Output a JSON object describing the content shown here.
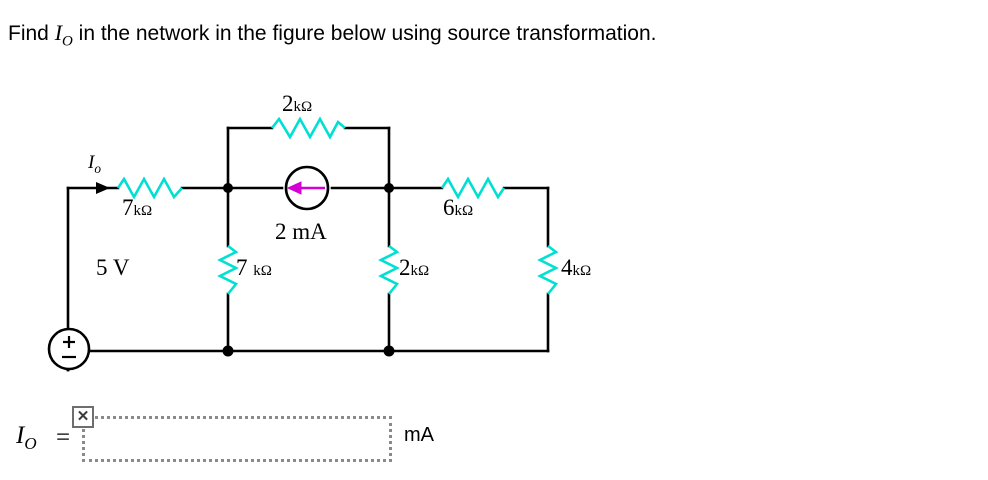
{
  "question": {
    "prefix": "Find ",
    "variable": "I",
    "variable_sub": "O",
    "suffix": " in the network in the figure below using source transformation."
  },
  "circuit": {
    "source_voltage": "5 V",
    "source_polarity_plus": "+",
    "source_polarity_minus": "−",
    "current_source": "2 mA",
    "current_direction_icon": "left-arrow-icon",
    "io_marker": {
      "variable": "I",
      "subscript": "o",
      "arrow_icon": "right-arrow-icon"
    },
    "resistors": [
      {
        "name": "r-7k-series",
        "value": "7",
        "unit": "kΩ",
        "orientation": "horizontal"
      },
      {
        "name": "r-2k-top",
        "value": "2",
        "unit": "kΩ",
        "orientation": "horizontal"
      },
      {
        "name": "r-6k-right",
        "value": "6",
        "unit": "kΩ",
        "orientation": "horizontal"
      },
      {
        "name": "r-7k-shunt",
        "value": "7 ",
        "unit": "kΩ",
        "orientation": "vertical"
      },
      {
        "name": "r-2k-shunt",
        "value": "2",
        "unit": "kΩ",
        "orientation": "vertical"
      },
      {
        "name": "r-4k-shunt",
        "value": "4",
        "unit": "kΩ",
        "orientation": "vertical"
      }
    ],
    "colors": {
      "wire": "#000000",
      "resistor": "#00e0d2",
      "current_arrow": "#d400d4"
    }
  },
  "answer": {
    "variable": "I",
    "variable_sub": "O",
    "equals": "=",
    "input_value": "",
    "input_placeholder": "",
    "unit": "mA",
    "broken_image_glyph": "✕"
  }
}
